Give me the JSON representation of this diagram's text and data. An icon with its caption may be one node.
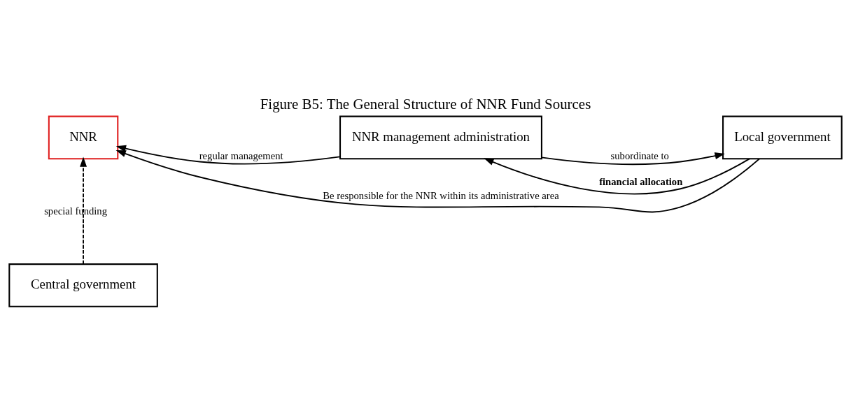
{
  "diagram": {
    "title": "Figure B5: The General Structure of NNR Fund Sources",
    "nodes": [
      {
        "text": [
          "NNR"
        ]
      },
      {
        "text": [
          "NNR management administration"
        ]
      },
      {
        "text": [
          "Local government"
        ]
      },
      {
        "text": [
          "Central government"
        ]
      }
    ],
    "edges": [
      {
        "from": 2,
        "to": 0,
        "arrow": "to",
        "label": "Be responsible for the NNR within its administrative area"
      },
      {
        "from": 1,
        "to": 0,
        "arrow": "to",
        "label": "regular management"
      },
      {
        "from": 1,
        "to": 2,
        "arrow": "to",
        "label": "subordinate to"
      },
      {
        "from": 2,
        "to": 1,
        "arrow": "to",
        "label": "financial allocation"
      },
      {
        "from": 3,
        "to": 0,
        "arrow": "to",
        "style": "dashed",
        "label": "special funding"
      }
    ]
  }
}
